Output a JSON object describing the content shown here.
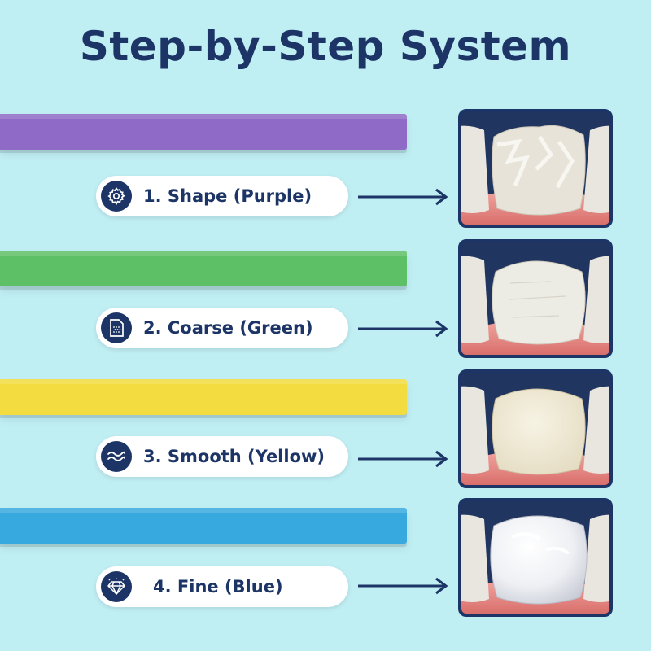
{
  "title": "Step-by-Step System",
  "steps": [
    {
      "label": "1. Shape (Purple)",
      "strip_color": "#8f6ac6",
      "icon": "gear-icon",
      "tooth_state": "rough-chipped"
    },
    {
      "label": "2. Coarse (Green)",
      "strip_color": "#5dbf66",
      "icon": "sandpaper-icon",
      "tooth_state": "shaped"
    },
    {
      "label": "3. Smooth (Yellow)",
      "strip_color": "#f2dc3f",
      "icon": "waves-icon",
      "tooth_state": "smoothed"
    },
    {
      "label": "4. Fine (Blue)",
      "strip_color": "#38a9df",
      "icon": "diamond-icon",
      "tooth_state": "polished"
    }
  ],
  "colors": {
    "navy": "#1c3566",
    "background": "#bfeef3",
    "gum": "#e78a86"
  }
}
